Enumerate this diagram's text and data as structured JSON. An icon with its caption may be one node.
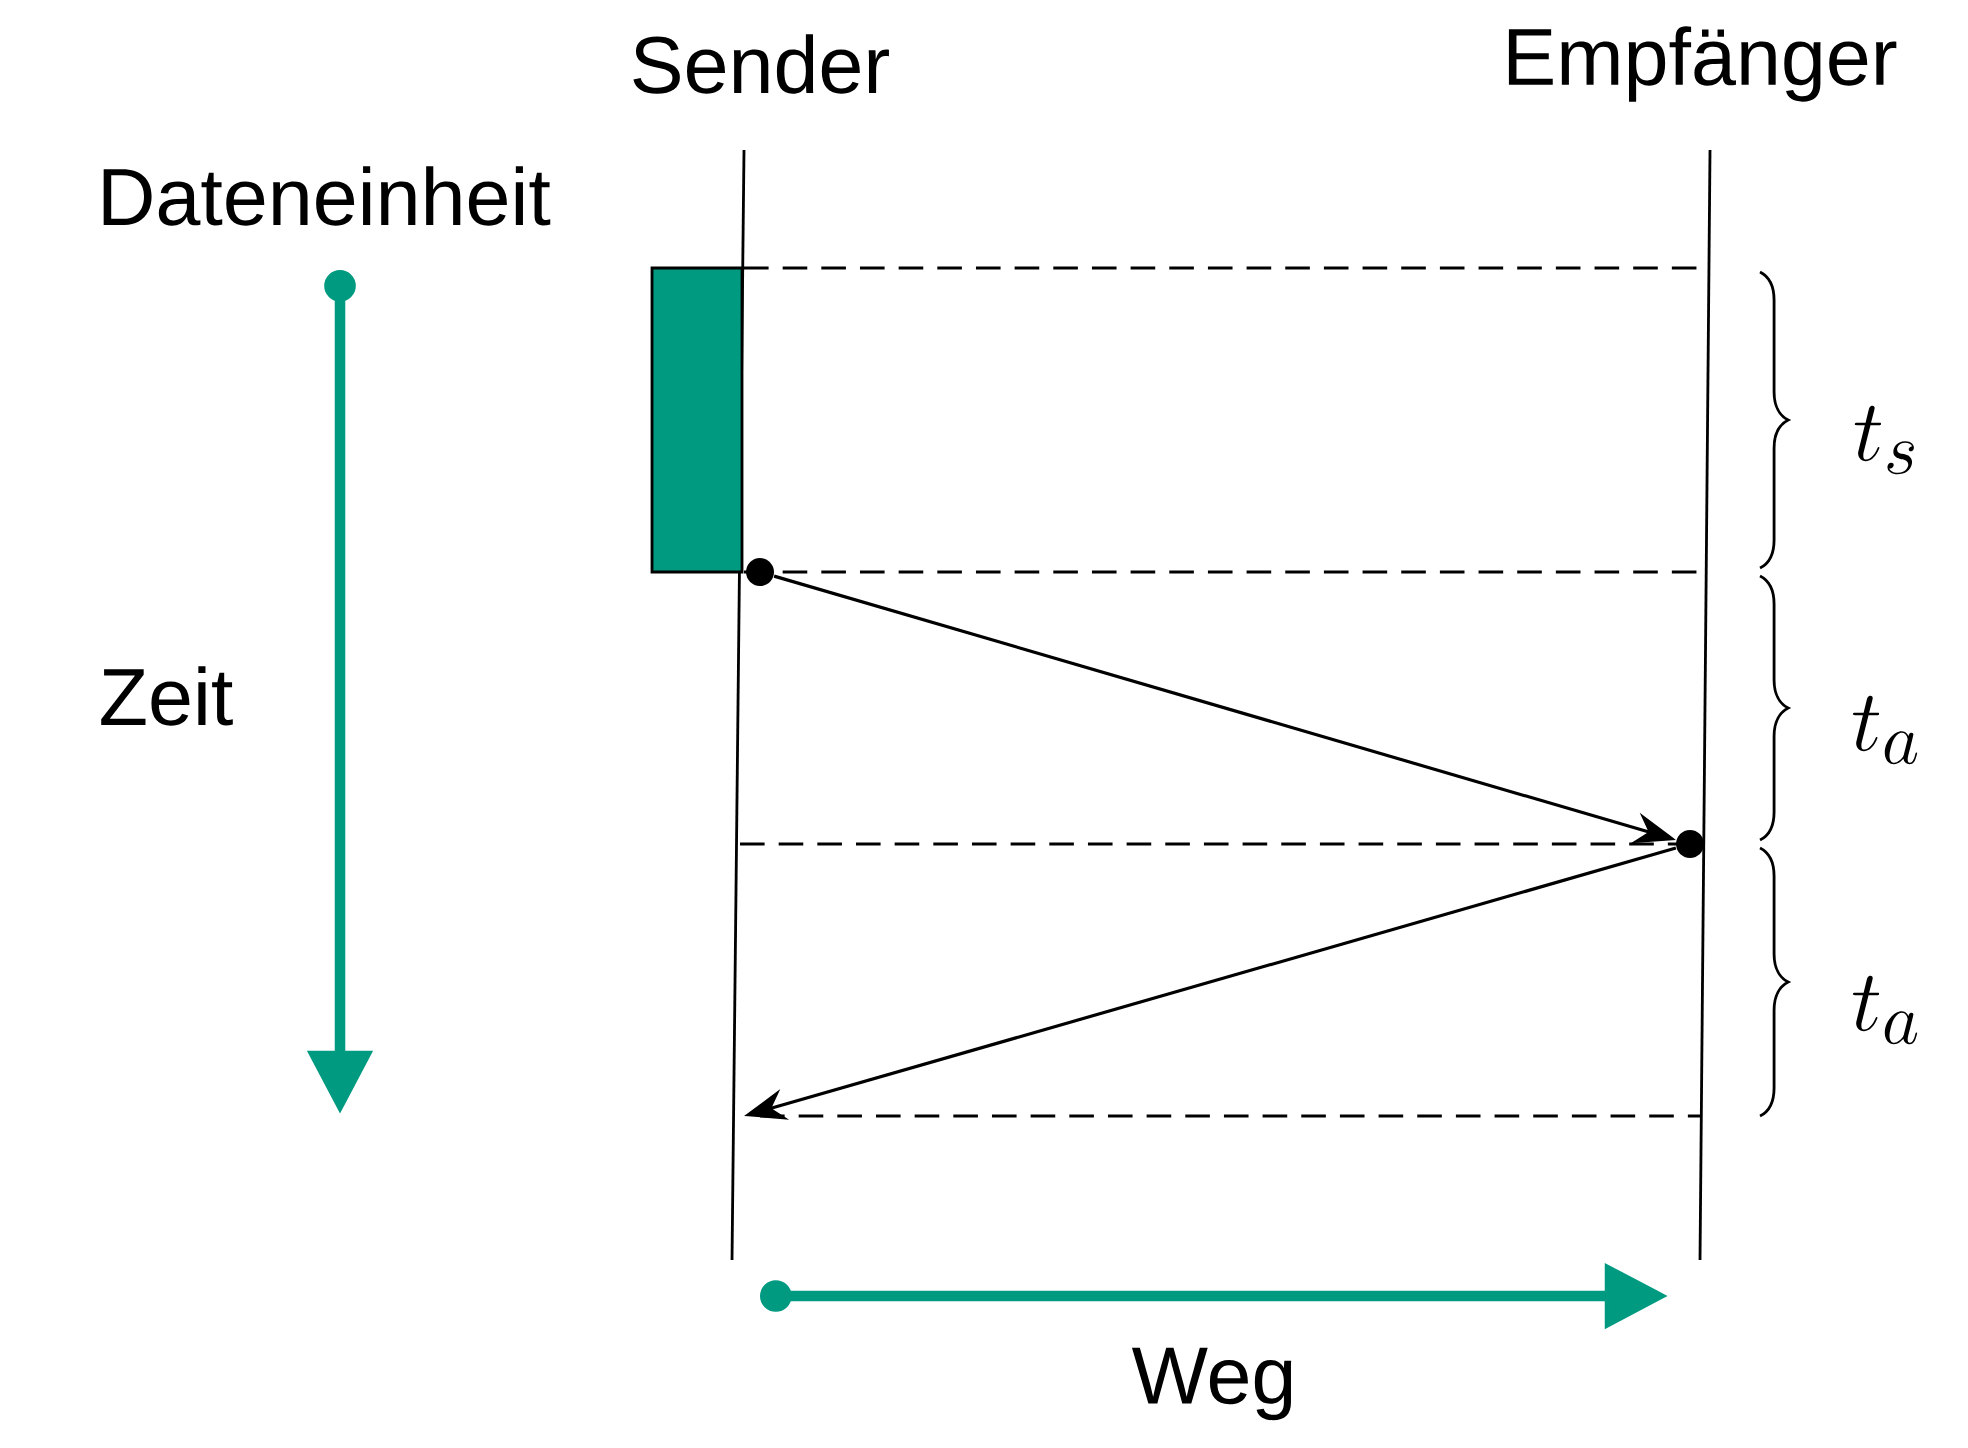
{
  "diagram": {
    "nodes": [
      {
        "text": [],
        "shape": "box",
        "beside": [
          "Dateneinheit"
        ]
      },
      {
        "text": [],
        "shape": "circle"
      },
      {
        "text": [],
        "shape": "circle"
      }
    ],
    "edges": [
      {
        "from": 1,
        "to": 2,
        "arrow": "to"
      },
      {
        "from": 2,
        "to": null,
        "arrow": "to"
      }
    ],
    "labels": [
      "Sender",
      "Empfänger",
      "Zeit",
      "Weg",
      "t_s",
      "t_a",
      "t_a"
    ]
  }
}
